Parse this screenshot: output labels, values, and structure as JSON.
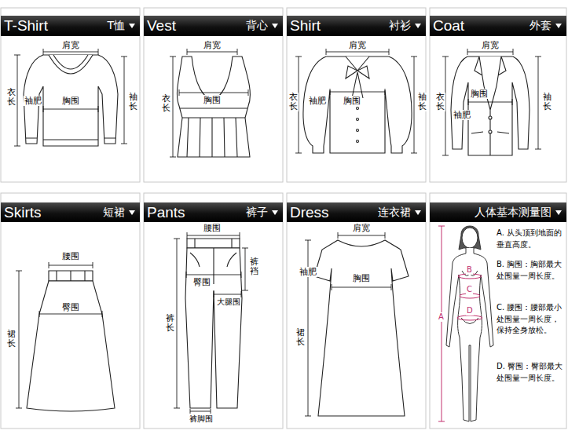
{
  "diagram": {
    "nodes": [
      {
        "text": [
          "T-Shirt",
          "T恤"
        ]
      },
      {
        "text": [
          "Vest",
          "背心"
        ]
      },
      {
        "text": [
          "Shirt",
          "衬衫"
        ]
      },
      {
        "text": [
          "Coat",
          "外套"
        ]
      },
      {
        "text": [
          "Skirts",
          "短裙"
        ]
      },
      {
        "text": [
          "Pants",
          "裤子"
        ]
      },
      {
        "text": [
          "Dress",
          "连衣裙"
        ]
      },
      {
        "text": [
          "人体基本测量图"
        ]
      }
    ],
    "labels": [
      "肩宽",
      "衣长",
      "袖肥",
      "胸围",
      "袖长",
      "肩宽",
      "衣长",
      "胸围",
      "肩宽",
      "衣长",
      "袖肥",
      "胸围",
      "袖长",
      "肩宽",
      "衣长",
      "袖肥",
      "胸围",
      "袖长",
      "腰围",
      "臀围",
      "裙长",
      "腰围",
      "臀围",
      "裤裆",
      "大腿围",
      "裤长",
      "裤脚围",
      "肩宽",
      "袖肥",
      "胸围",
      "裙长",
      "A",
      "B",
      "C",
      "D",
      "A. 从头顶到地面的垂直高度。",
      "B. 胸围：胸部最大处围量一周长度。",
      "C. 腰围：腰部最小处围量一周长度，保持全身放松。",
      "D. 臀围：臀部最大处围量一周长度。"
    ]
  }
}
